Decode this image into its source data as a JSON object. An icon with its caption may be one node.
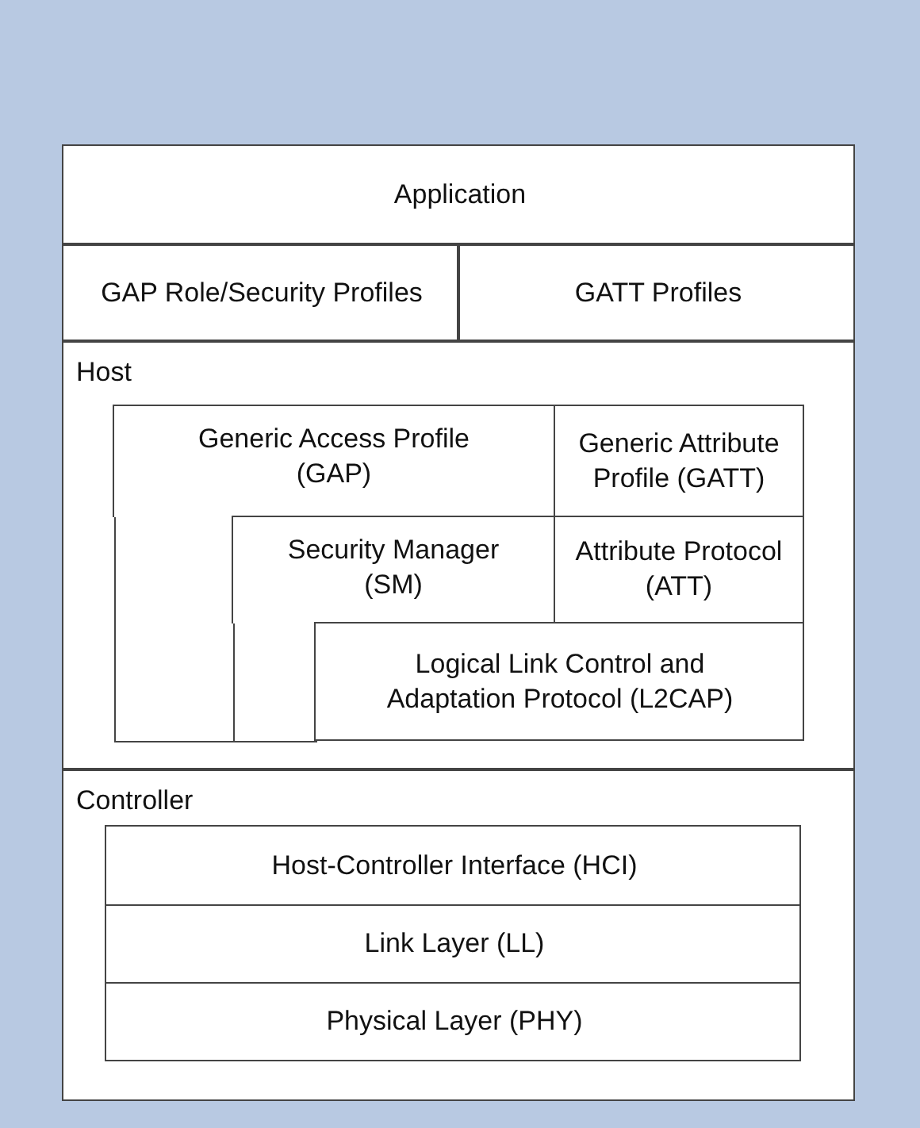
{
  "diagram": {
    "nodes": [
      {
        "text": [],
        "shape": "box"
      },
      {
        "text": [
          "Application"
        ],
        "in": 0
      },
      {
        "text": [
          "GAP Role/Security Profiles"
        ],
        "in": 0
      },
      {
        "text": [
          "GATT Profiles"
        ],
        "in": 0
      },
      {
        "text": [
          "Host"
        ],
        "in": 0
      },
      {
        "text": [
          "Generic Access Profile (GAP)"
        ],
        "in": 4
      },
      {
        "text": [
          "Generic Attribute Profile (GATT)"
        ],
        "in": 4
      },
      {
        "text": [
          "Security Manager (SM)"
        ],
        "in": 4
      },
      {
        "text": [
          "Attribute Protocol (ATT)"
        ],
        "in": 4
      },
      {
        "text": [
          "Logical Link Control and Adaptation Protocol (L2CAP)"
        ],
        "in": 4
      },
      {
        "text": [
          "Controller"
        ],
        "in": 0
      },
      {
        "text": [
          "Host-Controller Interface (HCI)"
        ],
        "in": 10
      },
      {
        "text": [
          "Link Layer (LL)"
        ],
        "in": 10
      },
      {
        "text": [
          "Physical Layer (PHY)"
        ],
        "in": 10
      }
    ]
  }
}
